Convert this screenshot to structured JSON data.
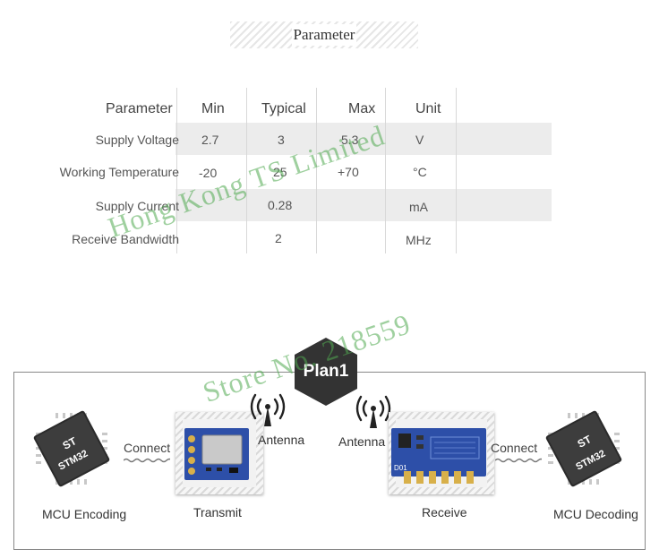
{
  "banner": {
    "title": "Parameter"
  },
  "table": {
    "headers": [
      "Parameter",
      "Min",
      "Typical",
      "Max",
      "Unit"
    ],
    "rows": [
      {
        "parameter": "Supply Voltage",
        "min": "2.7",
        "typical": "3",
        "max": "5.3",
        "unit": "V"
      },
      {
        "parameter": "Working Temperature",
        "min": "-20",
        "typical": "25",
        "max": "+70",
        "unit": "°C"
      },
      {
        "parameter": "Supply Current",
        "min": "",
        "typical": "0.28",
        "max": "",
        "unit": "mA"
      },
      {
        "parameter": "Receive Bandwidth",
        "min": "",
        "typical": "2",
        "max": "",
        "unit": "MHz"
      }
    ]
  },
  "watermark": {
    "line1": "Hong Kong TS Limited",
    "line2": "Store No. 218559"
  },
  "diagram": {
    "plan_label": "Plan1",
    "left_chip": {
      "brand": "ST",
      "model": "STM32",
      "label": "MCU Encoding"
    },
    "right_chip": {
      "brand": "ST",
      "model": "STM32",
      "label": "MCU Decoding"
    },
    "transmit": {
      "label": "Transmit",
      "antenna": "Antenna"
    },
    "receive": {
      "label": "Receive",
      "antenna": "Antenna",
      "pcb_mark": "D01"
    },
    "connect_left": "Connect",
    "connect_right": "Connect"
  },
  "colors": {
    "pcb_blue": "#2d4fa8",
    "hex_dark": "#333333",
    "watermark_green": "#50aa50",
    "stripe": "#ececec"
  }
}
